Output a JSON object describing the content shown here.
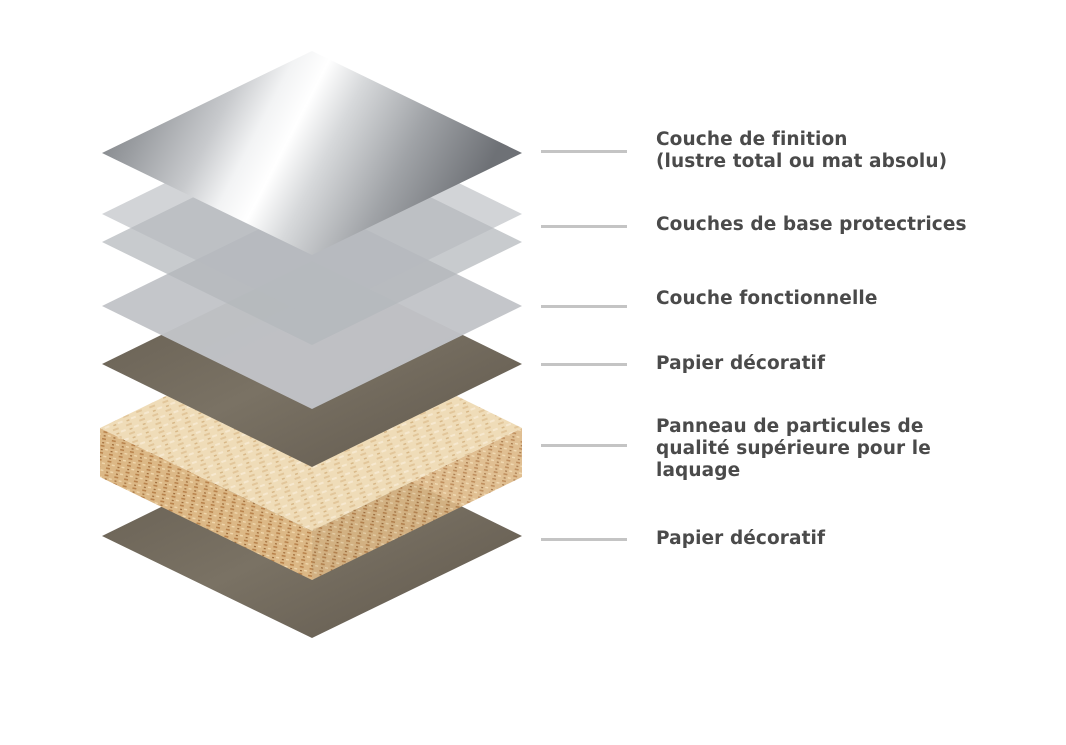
{
  "layers": [
    {
      "id": "finish",
      "label": [
        "Couche de finition",
        "(lustre total ou mat absolu)"
      ]
    },
    {
      "id": "protective",
      "label": [
        "Couches de base protectrices"
      ]
    },
    {
      "id": "functional",
      "label": [
        "Couche fonctionnelle"
      ]
    },
    {
      "id": "decor-top",
      "label": [
        "Papier décoratif"
      ]
    },
    {
      "id": "particleboard",
      "label": [
        "Panneau de particules de",
        "qualité supérieure pour le",
        "laquage"
      ]
    },
    {
      "id": "decor-bottom",
      "label": [
        "Papier décoratif"
      ]
    }
  ],
  "colors": {
    "label_text": "#4a4a4a",
    "leader_line": "#c4c4c4",
    "decor_paper": "#6f6658",
    "functional_layer": "#c2c4c8",
    "protective_layer": "#b3b7bb",
    "particleboard": "#e8d3ac"
  }
}
